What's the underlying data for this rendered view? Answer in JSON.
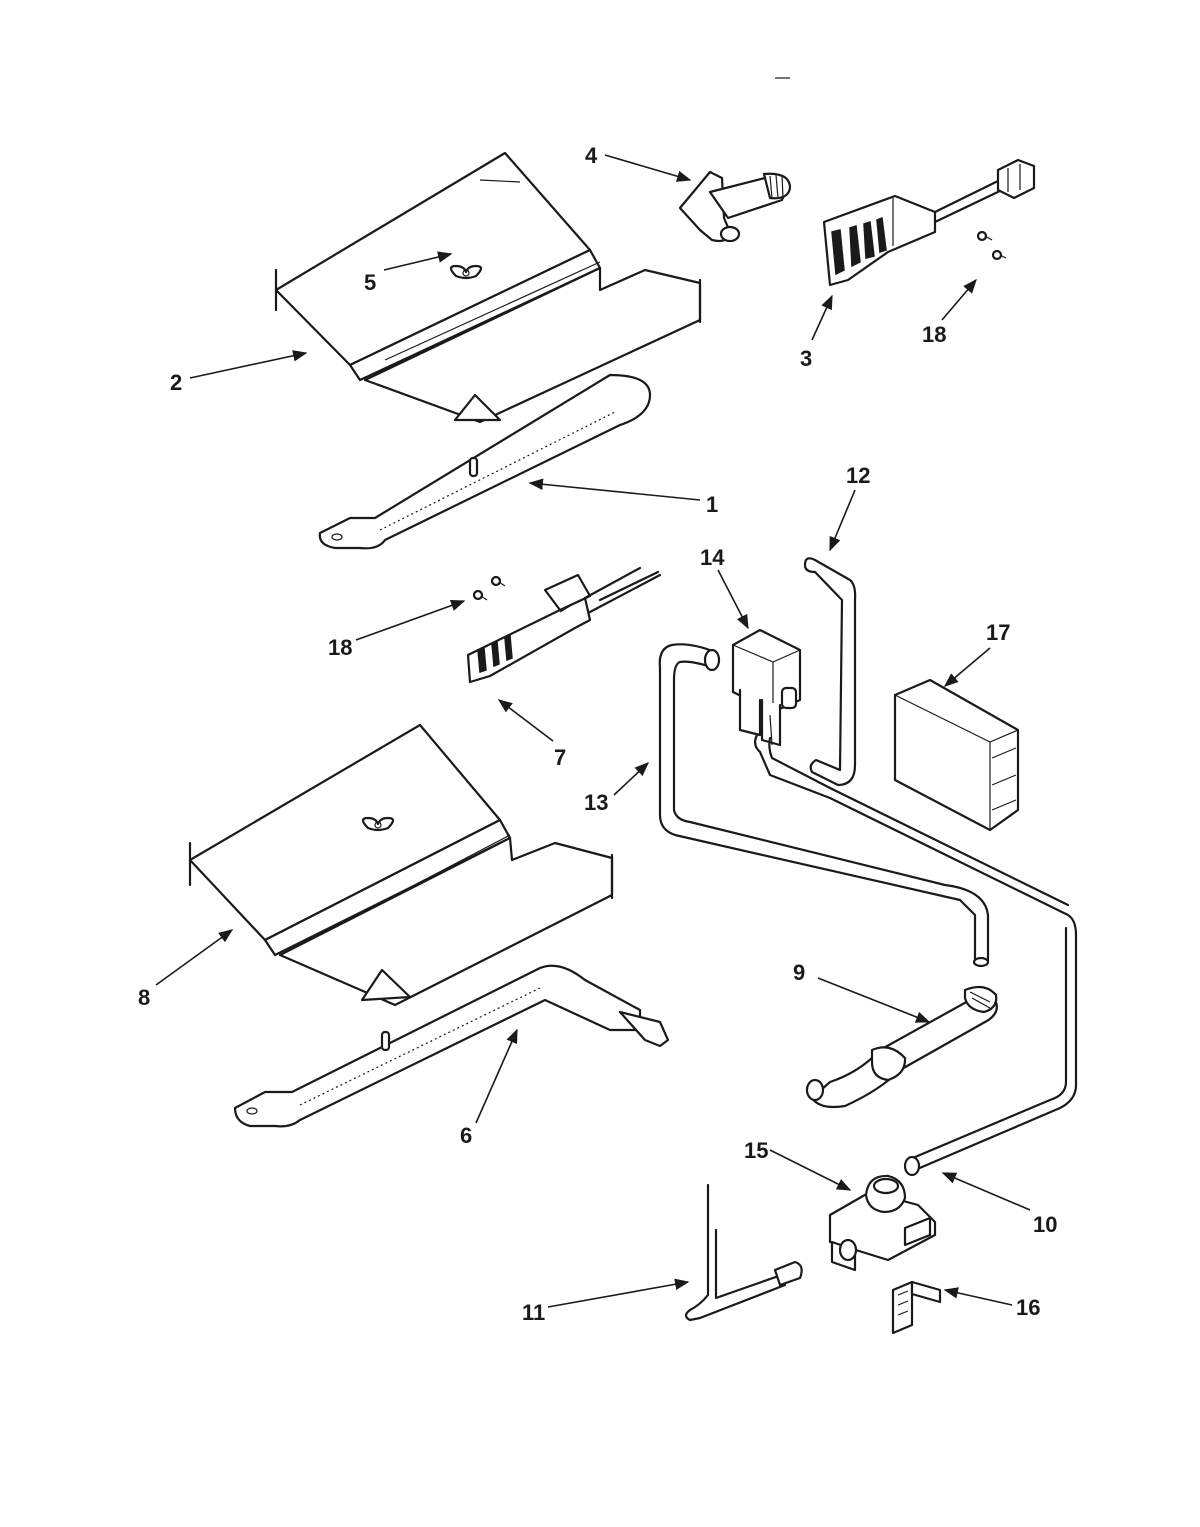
{
  "colors": {
    "ink": "#1a1a1a",
    "paper": "#ffffff"
  },
  "callouts": {
    "c1": "1",
    "c2": "2",
    "c3": "3",
    "c4": "4",
    "c5": "5",
    "c6": "6",
    "c7": "7",
    "c8": "8",
    "c9": "9",
    "c10": "10",
    "c11": "11",
    "c12": "12",
    "c13": "13",
    "c14": "14",
    "c15": "15",
    "c16": "16",
    "c17": "17",
    "c18a": "18",
    "c18b": "18"
  }
}
